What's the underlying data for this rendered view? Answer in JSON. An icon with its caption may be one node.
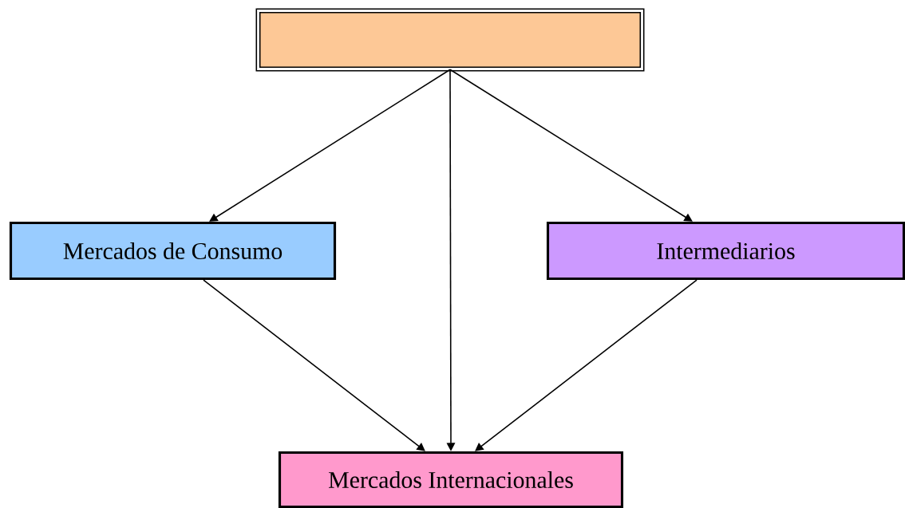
{
  "diagram": {
    "nodes": [
      {
        "text": [],
        "shape": "box"
      },
      {
        "text": [
          "Mercados de Consumo"
        ]
      },
      {
        "text": [
          "Intermediarios"
        ]
      },
      {
        "text": [
          "Mercados Internacionales"
        ]
      }
    ],
    "edges": [
      {
        "from": 0,
        "to": 1,
        "arrow": "to"
      },
      {
        "from": 0,
        "to": 3,
        "arrow": "to"
      },
      {
        "from": 0,
        "to": 2,
        "arrow": "to"
      },
      {
        "from": 1,
        "to": 3,
        "arrow": "to"
      },
      {
        "from": 2,
        "to": 3,
        "arrow": "to"
      }
    ]
  }
}
